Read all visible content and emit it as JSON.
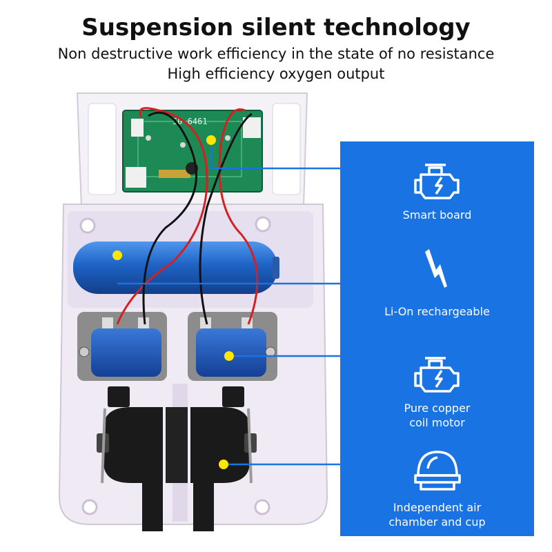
{
  "header": {
    "title": "Suspension silent technology",
    "subtitle_line1": "Non destructive work efficiency in the state of no resistance",
    "subtitle_line2": "High efficiency oxygen output"
  },
  "board": {
    "label": "SD-6461"
  },
  "features": [
    {
      "icon": "engine-icon",
      "label": "Smart board"
    },
    {
      "icon": "lightning-icon",
      "label": "Li-On rechargeable"
    },
    {
      "icon": "engine-icon",
      "label": "Pure copper coil motor",
      "line1": "Pure copper",
      "line2": "coil motor"
    },
    {
      "icon": "dome-chamber-icon",
      "label": "Independent air chamber and cup",
      "line1": "Independent air",
      "line2": "chamber and cup"
    }
  ],
  "colors": {
    "panel": "#1a73e2",
    "marker": "#ffe600",
    "pcb": "#1d8a55",
    "battery": "#1e63c4",
    "coil": "#1e50b8",
    "housing": "#efeaf3"
  }
}
